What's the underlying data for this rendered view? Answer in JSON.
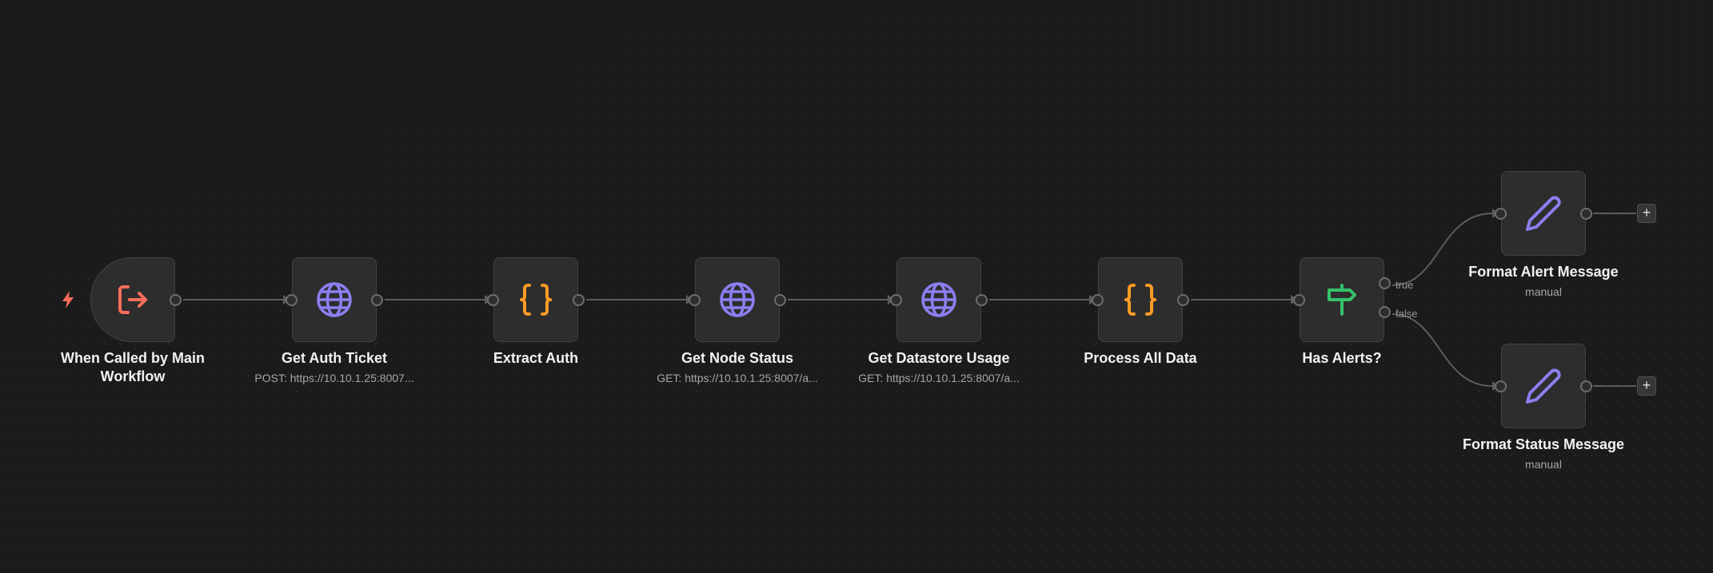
{
  "colors": {
    "background": "#1b1b1b",
    "node_bg": "#2d2d2d",
    "trigger_accent": "#ff6d5a",
    "http_accent": "#8b7ff0",
    "code_accent": "#ff9b26",
    "if_accent": "#35c26a",
    "edge": "#5c5c5c"
  },
  "nodes": [
    {
      "id": "when-called",
      "title": "When Called by Main Workflow",
      "title_line1": "When Called by Main",
      "title_line2": "Workflow",
      "icon": "sign-in-icon"
    },
    {
      "id": "get-auth-ticket",
      "title": "Get Auth Ticket",
      "subtitle": "POST: https://10.10.1.25:8007...",
      "icon": "globe-icon"
    },
    {
      "id": "extract-auth",
      "title": "Extract Auth",
      "icon": "code-braces-icon"
    },
    {
      "id": "get-node-status",
      "title": "Get Node Status",
      "subtitle": "GET: https://10.10.1.25:8007/a...",
      "icon": "globe-icon"
    },
    {
      "id": "get-datastore-usage",
      "title": "Get Datastore Usage",
      "subtitle": "GET: https://10.10.1.25:8007/a...",
      "icon": "globe-icon"
    },
    {
      "id": "process-all-data",
      "title": "Process All Data",
      "icon": "code-braces-icon"
    },
    {
      "id": "has-alerts",
      "title": "Has Alerts?",
      "icon": "signpost-icon",
      "branches": {
        "true_label": "true",
        "false_label": "false"
      }
    },
    {
      "id": "format-alert-message",
      "title": "Format Alert Message",
      "subtitle": "manual",
      "icon": "pencil-icon"
    },
    {
      "id": "format-status-message",
      "title": "Format Status Message",
      "subtitle": "manual",
      "icon": "pencil-icon"
    }
  ],
  "add_button_glyph": "+"
}
